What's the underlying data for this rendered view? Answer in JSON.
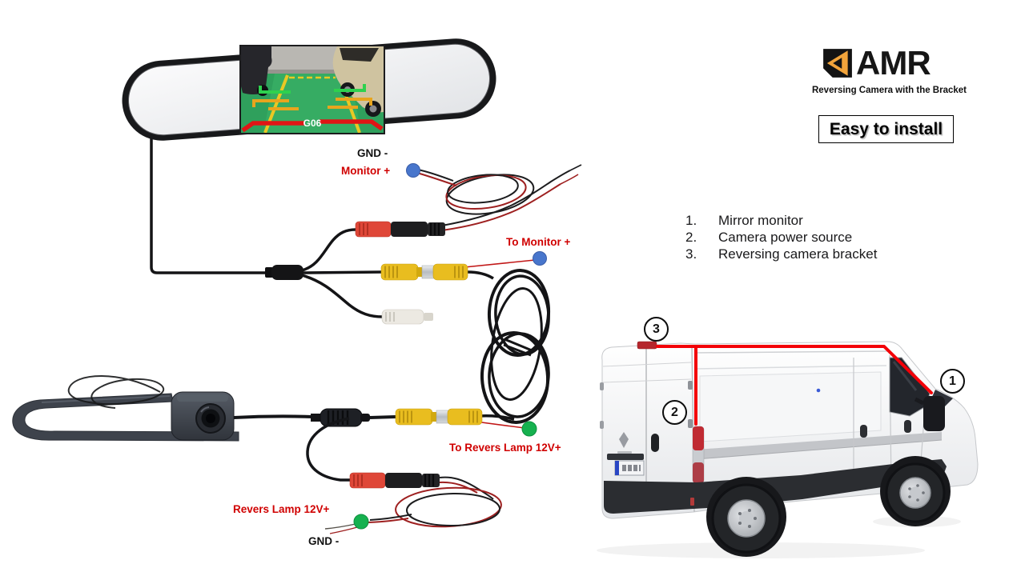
{
  "brand": {
    "name": "AMR",
    "tagline": "Reversing Camera with the Bracket",
    "badge": "Easy to install"
  },
  "parts_list": {
    "items": [
      {
        "num": "1.",
        "label": "Mirror monitor"
      },
      {
        "num": "2.",
        "label": "Camera power source"
      },
      {
        "num": "3.",
        "label": "Reversing camera bracket"
      }
    ]
  },
  "wiring_labels": {
    "gnd_top": "GND -",
    "monitor_plus": "Monitor +",
    "to_monitor_plus": "To Monitor +",
    "to_revers_lamp": "To Revers Lamp 12V+",
    "revers_lamp": "Revers Lamp 12V+",
    "gnd_bottom": "GND -"
  },
  "monitor_screen": {
    "osd_text": "G06"
  },
  "van_callouts": {
    "c1": "1",
    "c2": "2",
    "c3": "3"
  },
  "colors": {
    "label_red": "#D00000",
    "route_red": "#F30008",
    "marker_blue": "#4876CC",
    "marker_green": "#16B14F",
    "rca_yellow": "#E9BD1F",
    "connector_red": "#DF4738",
    "logo_orange": "#F2A43B",
    "cable_black": "#141416"
  }
}
